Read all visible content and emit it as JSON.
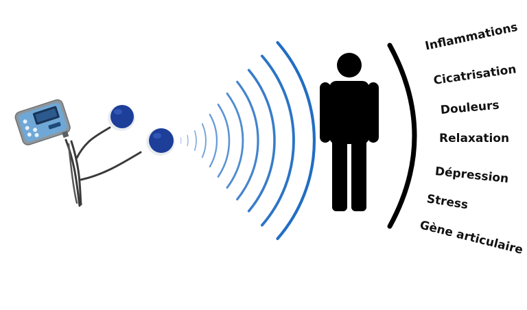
{
  "colors": {
    "background": "#ffffff",
    "wave": "#1565c0",
    "text": "#111111",
    "device_body": "#6fa8d6",
    "device_frame": "#8f969c",
    "electrode_pad": "#1d3f9a",
    "cable": "#333333",
    "figure": "#000000"
  },
  "benefits": [
    {
      "label": "Inflammations",
      "angle": -12
    },
    {
      "label": "Cicatrisation",
      "angle": -8
    },
    {
      "label": "Douleurs",
      "angle": -5
    },
    {
      "label": "Relaxation",
      "angle": 0
    },
    {
      "label": "Dépression",
      "angle": 6
    },
    {
      "label": "Stress",
      "angle": 9
    },
    {
      "label": "Gène articulaire",
      "angle": 14
    }
  ],
  "icons": {
    "device": "tens-device-icon",
    "electrodes": "electrode-pad-icon",
    "waves": "signal-waves-icon",
    "person": "person-icon",
    "bracket": "bracket-icon"
  }
}
